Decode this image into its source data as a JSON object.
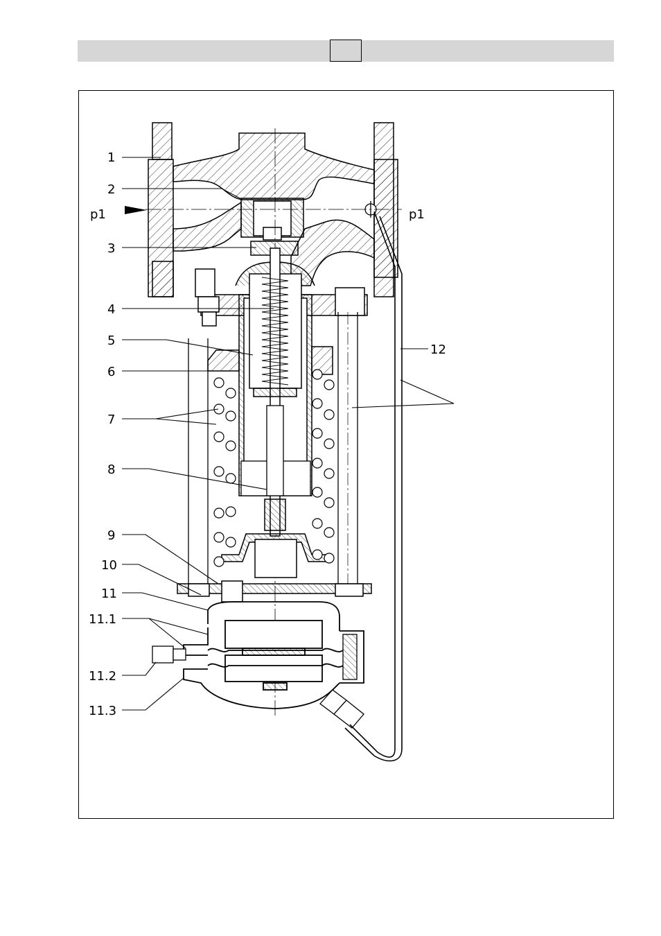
{
  "labels": {
    "l1": "1",
    "l2": "2",
    "l3": "3",
    "l4": "4",
    "l5": "5",
    "l6": "6",
    "l7": "7",
    "l8": "8",
    "l9": "9",
    "l10": "10",
    "l11": "11",
    "l11_1": "11.1",
    "l11_2": "11.2",
    "l11_3": "11.3",
    "l12": "12",
    "p1_left": "p1",
    "p1_right": "p1"
  }
}
